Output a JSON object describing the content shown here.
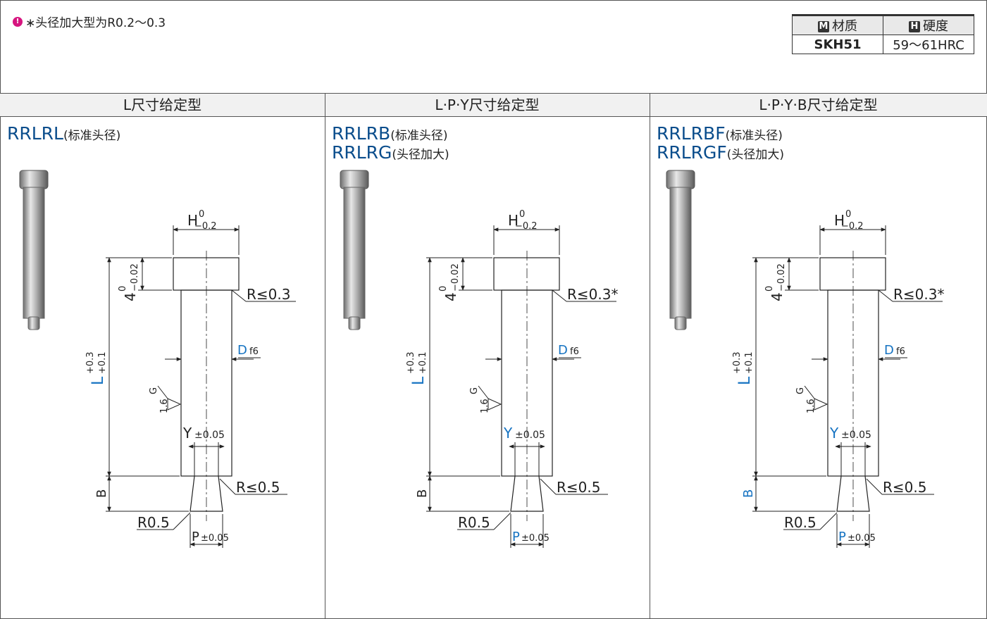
{
  "note": "∗头径加大型为R0.2～0.3",
  "spec_table": {
    "headers": [
      {
        "badge": "M",
        "label": "材质"
      },
      {
        "badge": "H",
        "label": "硬度"
      }
    ],
    "values": [
      "SKH51",
      "59～61HRC"
    ]
  },
  "columns": [
    {
      "header": "L尺寸给定型",
      "models": [
        {
          "code": "RRLRL",
          "note": "(标准头径)"
        }
      ],
      "r_head": "R≤0.3",
      "d_blue": true,
      "y_blue": false,
      "p_blue": false,
      "b_blue": false
    },
    {
      "header": "L·P·Y尺寸给定型",
      "models": [
        {
          "code": "RRLRB",
          "note": "(标准头径)"
        },
        {
          "code": "RRLRG",
          "note": "(头径加大)"
        }
      ],
      "r_head": "R≤0.3*",
      "d_blue": true,
      "y_blue": true,
      "p_blue": true,
      "b_blue": false
    },
    {
      "header": "L·P·Y·B尺寸给定型",
      "models": [
        {
          "code": "RRLRBF",
          "note": "(标准头径)"
        },
        {
          "code": "RRLRGF",
          "note": "(头径加大)"
        }
      ],
      "r_head": "R≤0.3*",
      "d_blue": true,
      "y_blue": true,
      "p_blue": true,
      "b_blue": true
    }
  ],
  "dims": {
    "H": "H",
    "H_tol_top": "0",
    "H_tol_bot": "−0.2",
    "head_h": "4",
    "head_tol_top": "0",
    "head_tol_bot": "−0.02",
    "L": "L",
    "L_tol_top": "+0.3",
    "L_tol_bot": "+0.1",
    "D": "D",
    "D_tol": "f6",
    "G": "G",
    "G_val": "1.6",
    "Y": "Y",
    "Y_tol": "±0.05",
    "B": "B",
    "R_tip": "R≤0.5",
    "R05": "R0.5",
    "P": "P",
    "P_tol": "±0.05"
  }
}
